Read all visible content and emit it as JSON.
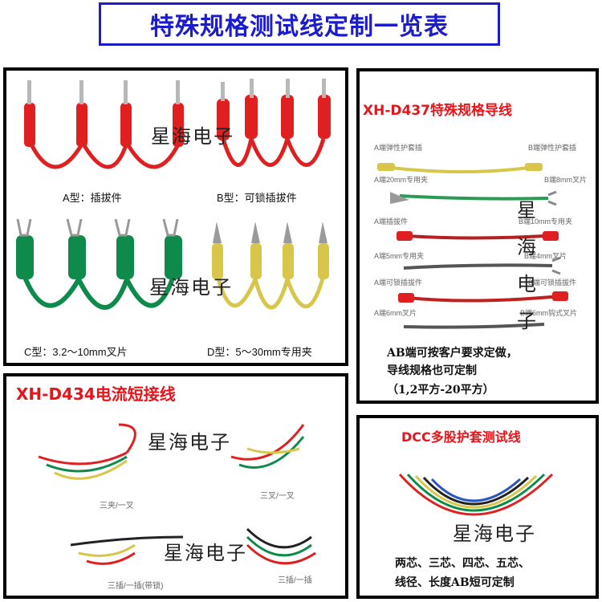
{
  "title": "特殊规格测试线定制一览表",
  "watermark": "星海电子",
  "panel1": {
    "a": "A型：插拔件",
    "b": "B型：可锁插拔件",
    "c": "C型：3.2～10mm叉片",
    "d": "D型：5～30mm专用夹"
  },
  "panel2": {
    "heading": "XH-D437特殊规格导线",
    "labels": {
      "l1": "A端弹性护套插",
      "r1": "B端弹性护套插",
      "l2": "A端20mm专用夹",
      "r2": "B端8mm叉片",
      "l3": "A端插拔件",
      "r3": "B端10mm专用夹",
      "l4": "A端5mm专用夹",
      "r4": "B端4mm叉片",
      "l5": "A端可锁插拔件",
      "r5": "B端可锁插拔件",
      "l6": "A端6mm叉片",
      "r6": "B端6mm钩式叉片"
    },
    "note1": "AB端可按客户要求定做，",
    "note2": "导线规格也可定制",
    "note3": "（1,2平方-20平方）"
  },
  "panel3": {
    "heading": "XH-D434电流短接线",
    "c1": "三夹/一叉",
    "c2": "三叉/一叉",
    "c3": "三插/一插(带锁)",
    "c4": "三插/一插"
  },
  "panel4": {
    "heading": "DCC多股护套测试线",
    "note1": "两芯、三芯、四芯、五芯、",
    "note2": "线径、长度AB短可定制"
  },
  "colors": {
    "title_blue": "#1b1bd0",
    "heading_red": "#e8141a",
    "wire_red": "#e02020",
    "wire_green": "#0e8a4a",
    "wire_yellow": "#d8c64a"
  }
}
